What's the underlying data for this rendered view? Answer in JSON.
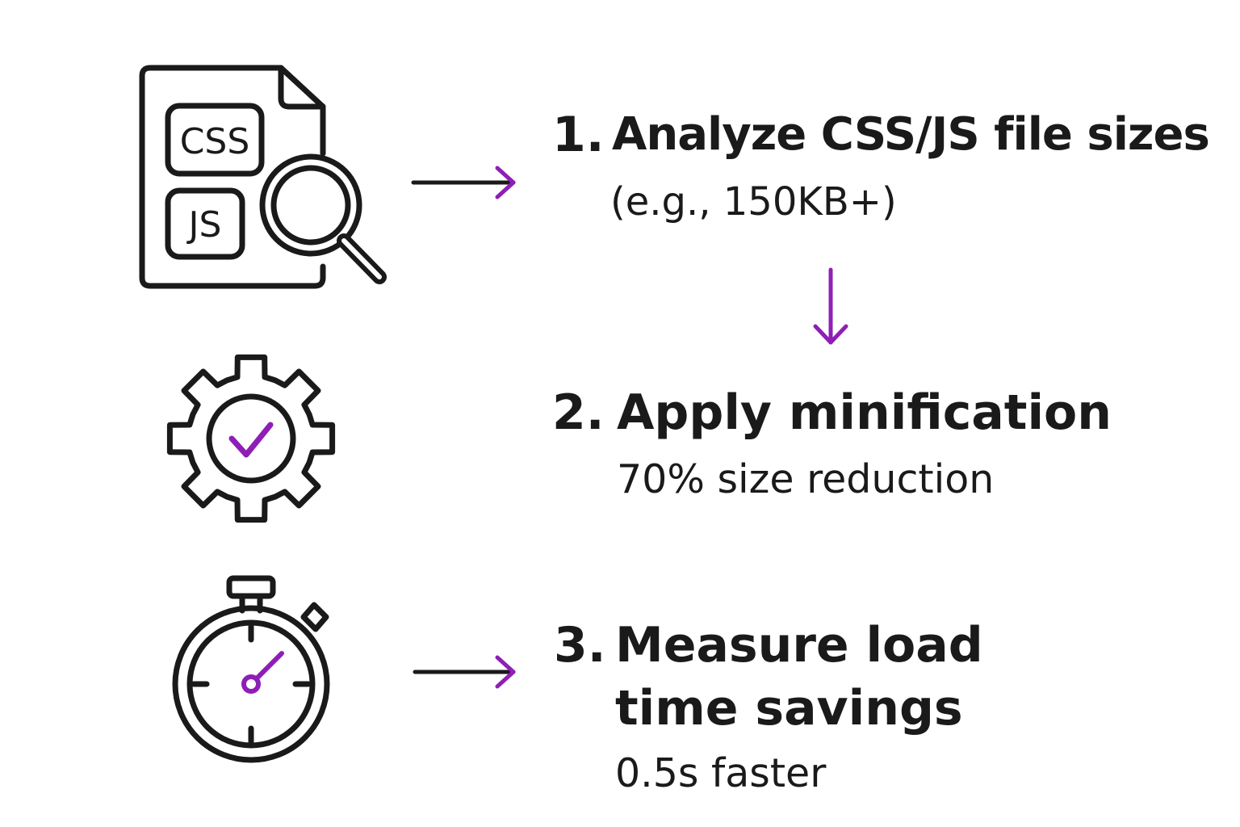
{
  "icons": {
    "step1": "css-js-file-search-icon",
    "step2": "gear-check-icon",
    "step3": "stopwatch-icon"
  },
  "colors": {
    "ink": "#1a1a1a",
    "accent": "#8e1fb6",
    "background": "#ffffff"
  },
  "file_icon": {
    "css_label": "CSS",
    "js_label": "JS"
  },
  "steps": [
    {
      "number": "1.",
      "title": "Analyze CSS/JS file sizes",
      "detail": "(e.g., 150KB+)"
    },
    {
      "number": "2.",
      "title": "Apply minification",
      "detail": "70% size reduction"
    },
    {
      "number": "3.",
      "title": "Measure load time savings",
      "detail": "0.5s faster"
    }
  ]
}
